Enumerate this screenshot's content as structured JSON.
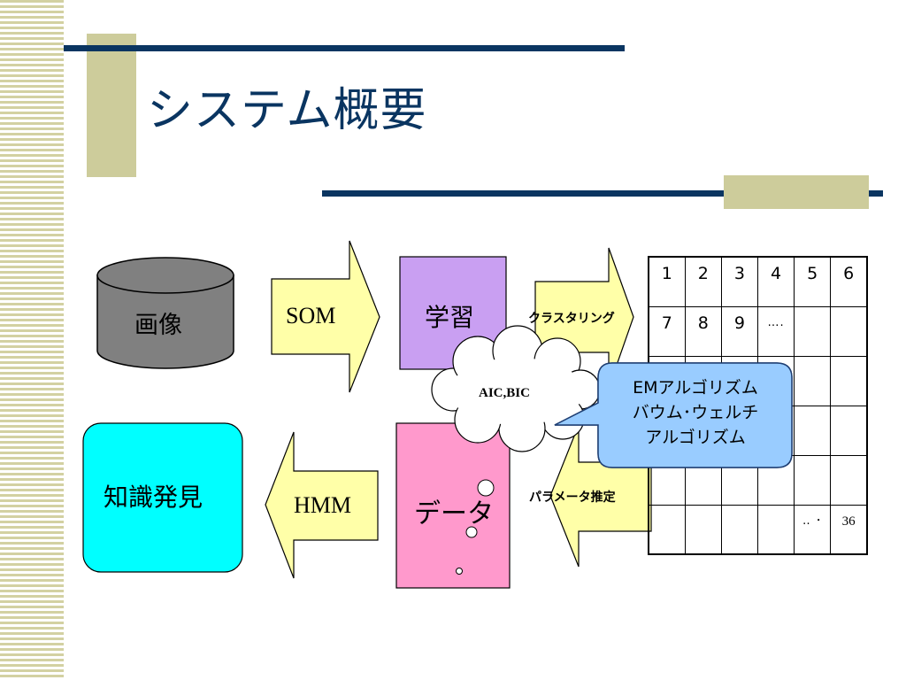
{
  "slide": {
    "title": "システム概要"
  },
  "diagram": {
    "image_label": "画像",
    "som_label": "SOM",
    "learning_label": "学習",
    "clustering_label": "クラスタリング",
    "cloud_label": "AIC,BIC",
    "callout_lines": [
      "EMアルゴリズム",
      "バウム･ウェルチ",
      "アルゴリズム"
    ],
    "knowledge_label": "知識発見",
    "hmm_label": "HMM",
    "data_label": "データ",
    "param_label": "パラメータ推定"
  },
  "grid": {
    "rows": [
      [
        "1",
        "2",
        "3",
        "4",
        "5",
        "6"
      ],
      [
        "7",
        "8",
        "9",
        "….",
        "",
        ""
      ],
      [
        "",
        "",
        "",
        "",
        "",
        ""
      ],
      [
        "",
        "",
        "",
        "",
        "",
        ""
      ],
      [
        "",
        "",
        "",
        "",
        "",
        ""
      ],
      [
        "",
        "",
        "",
        "",
        "‥ ･",
        "36"
      ]
    ]
  },
  "colors": {
    "title_navy": "#0a3561",
    "accent_khaki": "#cdcc9b",
    "arrow_yellow": "#ffffa8",
    "learning_purple": "#c99ff2",
    "data_pink": "#ff99cc",
    "knowledge_cyan": "#00ffff",
    "callout_blue": "#99ccff",
    "cylinder_gray": "#808080"
  }
}
